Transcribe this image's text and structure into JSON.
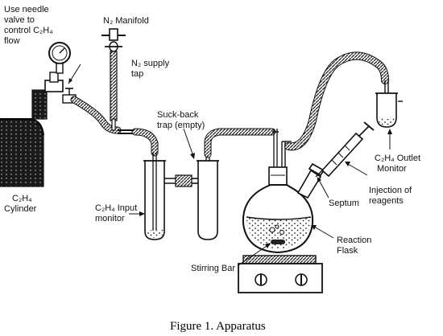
{
  "labels": {
    "needle_valve_line1": "Use needle",
    "needle_valve_line2": "valve to",
    "needle_valve_line3": "control C₂H₄",
    "needle_valve_line4": "flow",
    "n2_manifold": "N₂ Manifold",
    "n2_supply_line1": "N₂ supply",
    "n2_supply_line2": "tap",
    "suckback_line1": "Suck-back",
    "suckback_line2": "trap (empty)",
    "outlet_line1": "C₂H₄ Outlet",
    "outlet_line2": "Monitor",
    "cylinder_line1": "C₂H₄",
    "cylinder_line2": "Cylinder",
    "input_line1": "C₂H₄ Input",
    "input_line2": "monitor",
    "injection_line1": "Injection of",
    "injection_line2": "reagents",
    "septum": "Septum",
    "reaction_line1": "Reaction",
    "reaction_line2": "Flask",
    "stirring_bar": "Stirring Bar"
  },
  "caption": "Figure 1. Apparatus"
}
